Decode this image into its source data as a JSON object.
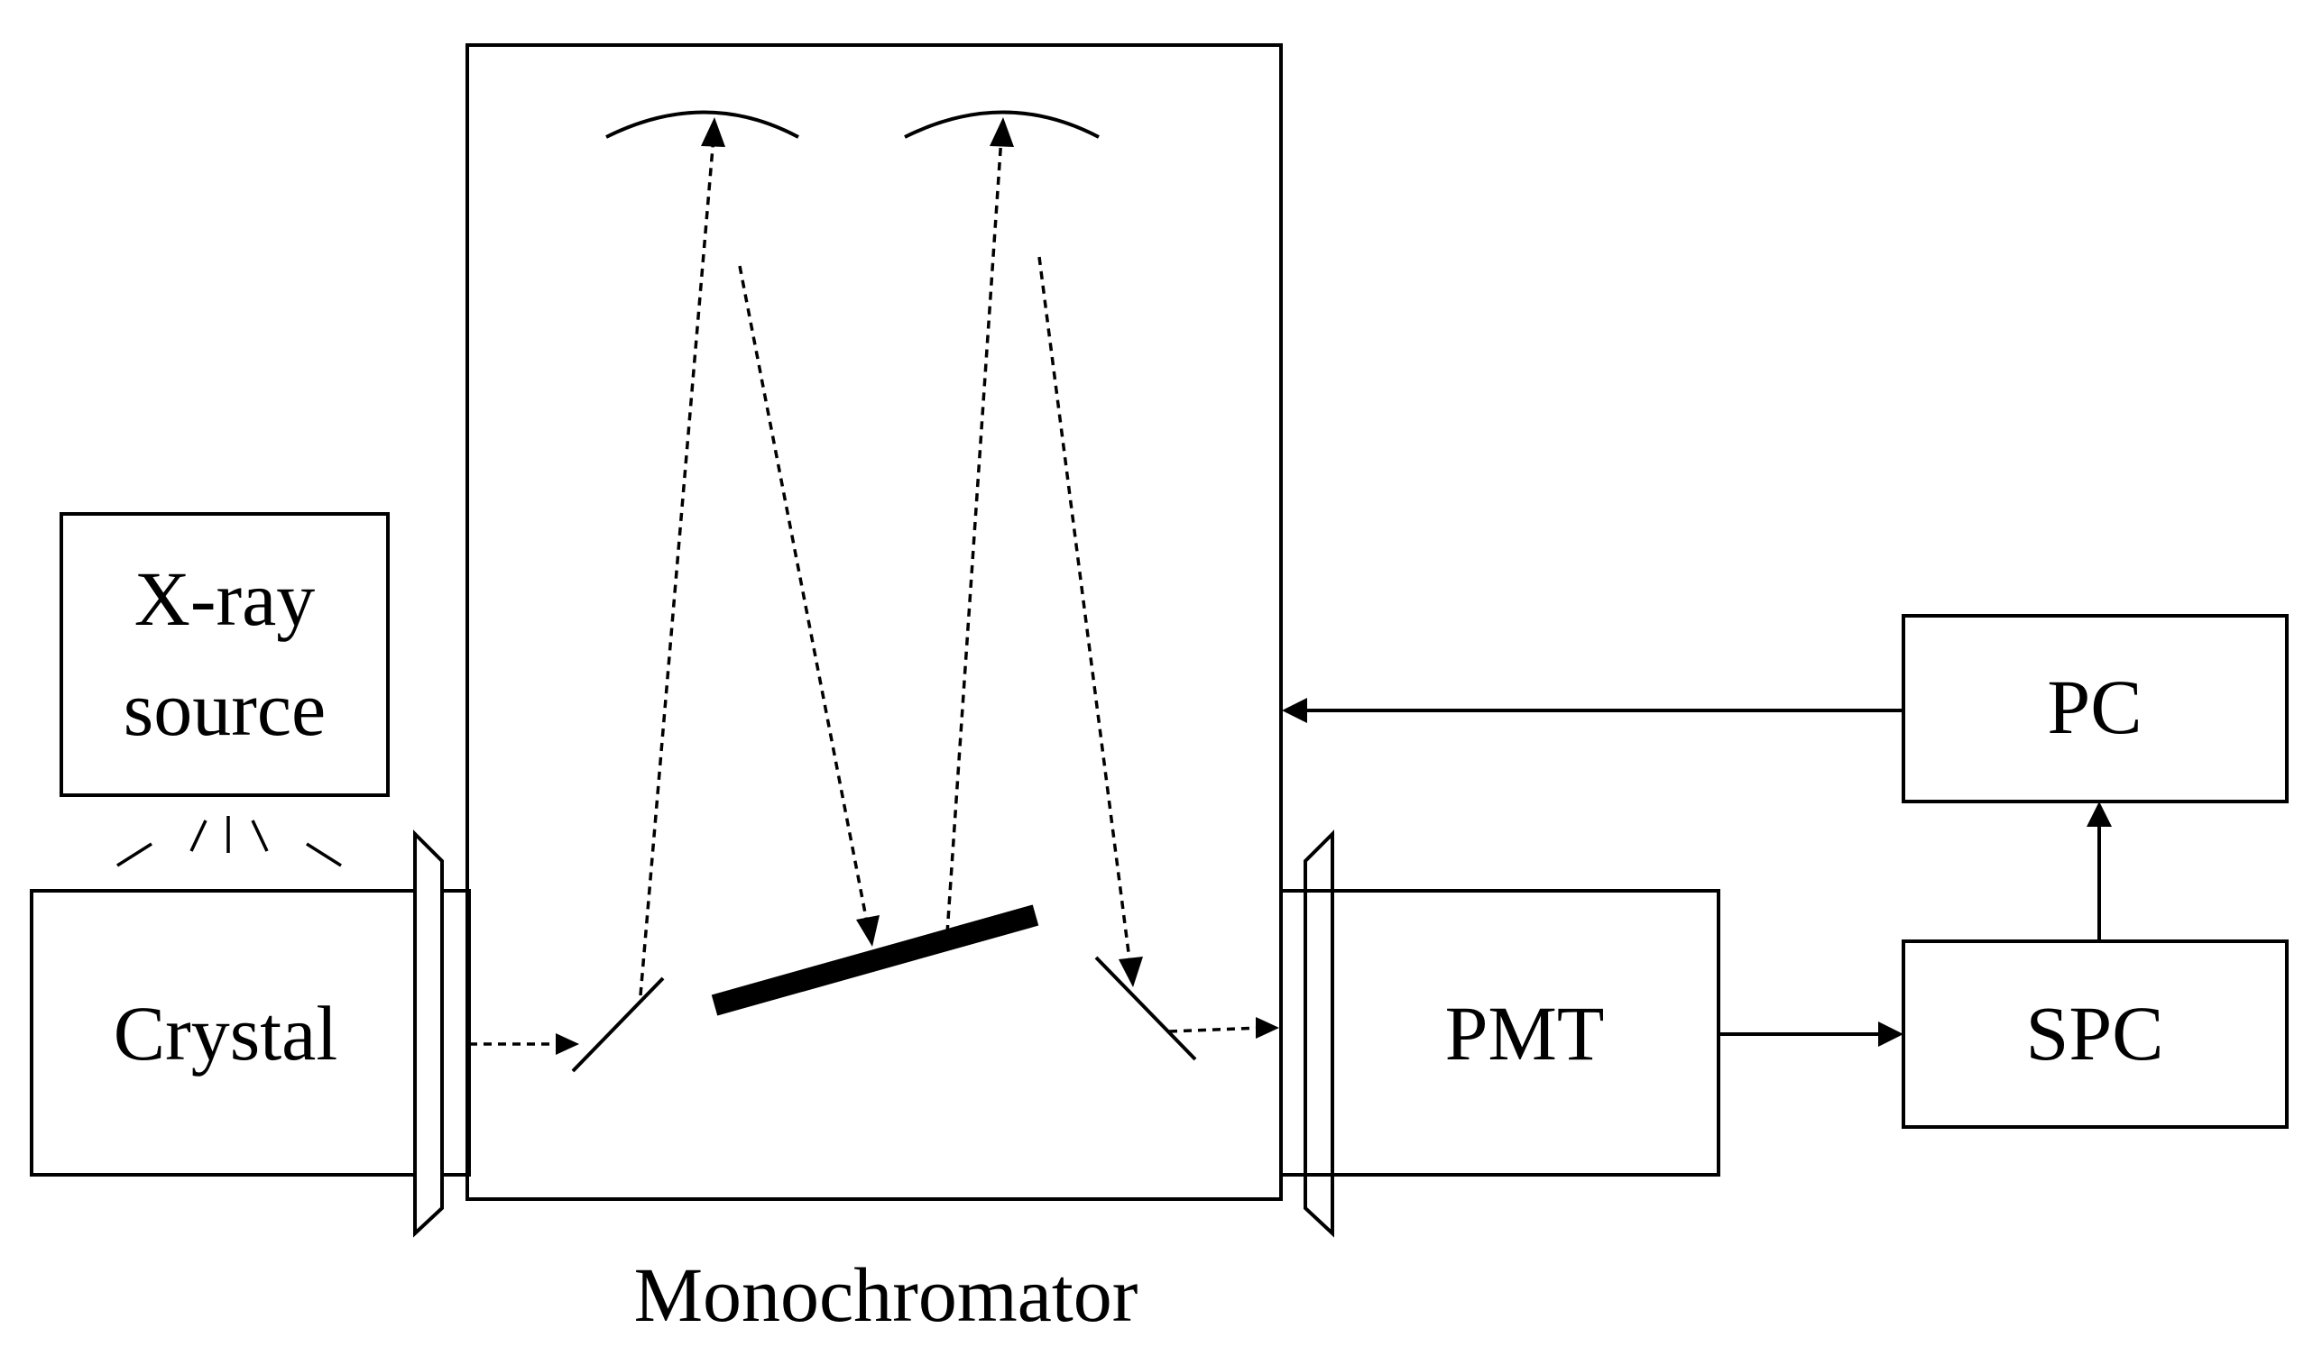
{
  "labels": {
    "xray_line1": "X-ray",
    "xray_line2": "source",
    "crystal": "Crystal",
    "monochromator": "Monochromator",
    "pmt": "PMT",
    "spc": "SPC",
    "pc": "PC"
  }
}
